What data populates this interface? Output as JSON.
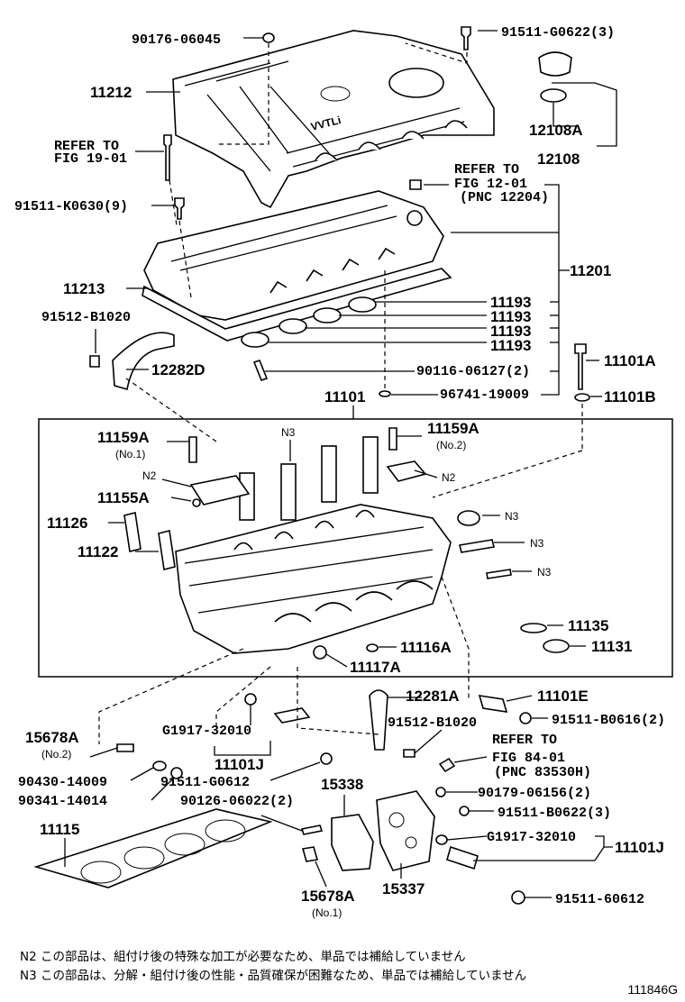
{
  "labels": {
    "p90176": "90176-06045",
    "p91511g0622": "91511-G0622(3)",
    "p11212": "11212",
    "p12108a": "12108A",
    "p12108": "12108",
    "refer1901_a": "REFER TO",
    "refer1901_b": "FIG 19-01",
    "refer1201_a": "REFER TO",
    "refer1201_b": "FIG 12-01",
    "refer1201_c": "(PNC 12204)",
    "p91511k0630": "91511-K0630(9)",
    "p11201": "11201",
    "p11213": "11213",
    "p11193_1": "11193",
    "p11193_2": "11193",
    "p11193_3": "11193",
    "p11193_4": "11193",
    "p91512b1020a": "91512-B1020",
    "p12282d": "12282D",
    "p90116": "90116-06127(2)",
    "p11101a": "11101A",
    "p11101": "11101",
    "p96741": "96741-19009",
    "p11101b": "11101B",
    "p11159a_1": "11159A",
    "p11159a_1s": "(No.1)",
    "p11159a_2": "11159A",
    "p11159a_2s": "(No.2)",
    "n3_a": "N3",
    "n2_a": "N2",
    "n2_b": "N2",
    "p11155a": "11155A",
    "p11126": "11126",
    "p11122": "11122",
    "n3_b": "N3",
    "n3_c": "N3",
    "n3_d": "N3",
    "p11135": "11135",
    "p11131": "11131",
    "p11116a": "11116A",
    "p11117a": "11117A",
    "p12281a": "12281A",
    "p11101e": "11101E",
    "p15678a_2": "15678A",
    "p15678a_2s": "(No.2)",
    "pg1917a": "G1917-32010",
    "p91512b1020b": "91512-B1020",
    "p91511b0616": "91511-B0616(2)",
    "p11101j_a": "11101J",
    "refer8401_a": "REFER TO",
    "refer8401_b": "FIG 84-01",
    "refer8401_c": "(PNC 83530H)",
    "p90430": "90430-14009",
    "p91511g0612": "91511-G0612",
    "p15338": "15338",
    "p90341": "90341-14014",
    "p90179": "90179-06156(2)",
    "p90126": "90126-06022(2)",
    "p91511b0622": "91511-B0622(3)",
    "p11115": "11115",
    "pg1917b": "G1917-32010",
    "p11101j_b": "11101J",
    "p15678a_1": "15678A",
    "p15678a_1s": "(No.1)",
    "p15337": "15337",
    "p9151160612": "91511-60612",
    "vvtli": "VVTLi"
  },
  "notes": {
    "n2": "N2  この部品は、組付け後の特殊な加工が必要なため、単品では補給していません",
    "n3": "N3  この部品は、分解・組付け後の性能・品質確保が困難なため、単品では補給していません"
  },
  "figure_id": "111846G"
}
